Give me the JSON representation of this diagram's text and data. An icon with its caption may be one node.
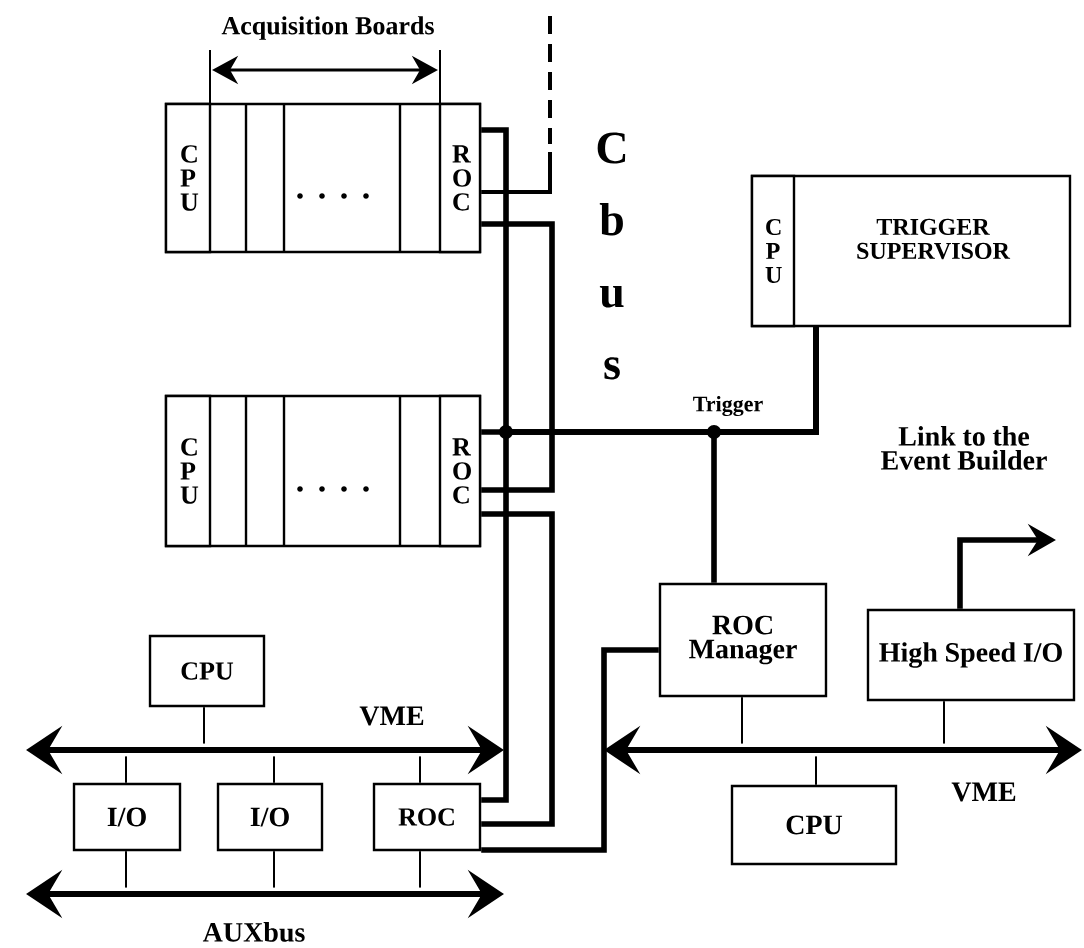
{
  "diagram": {
    "nodes": [
      {
        "text": [],
        "shape": "box"
      },
      {
        "text": [
          "C P U"
        ],
        "in": 0
      },
      {
        "text": [
          "R O C"
        ],
        "in": 0
      },
      {
        "text": [
          "TRIGGER SUPERVISOR"
        ]
      },
      {
        "text": [
          "C P U"
        ],
        "in": 3
      },
      {
        "text": [],
        "shape": "box"
      },
      {
        "text": [
          "C P U"
        ],
        "in": 5
      },
      {
        "text": [
          "R O C"
        ],
        "in": 5
      },
      {
        "text": [
          "ROC Manager"
        ]
      },
      {
        "text": [
          "High Speed I/O"
        ]
      },
      {
        "text": [
          "CPU"
        ]
      },
      {
        "text": [
          "VME"
        ]
      },
      {
        "text": [
          "VME"
        ]
      },
      {
        "text": [
          "I/O"
        ]
      },
      {
        "text": [
          "I/O"
        ]
      },
      {
        "text": [
          "ROC"
        ]
      },
      {
        "text": [
          "CPU"
        ]
      },
      {
        "text": [
          "AUXbus"
        ]
      }
    ],
    "edges": [
      {
        "from": null,
        "to": 2,
        "arrow": "none",
        "style": "dashed"
      },
      {
        "from": 2,
        "to": 7,
        "arrow": "none",
        "style": "thick"
      },
      {
        "from": 7,
        "to": 15,
        "arrow": "none",
        "style": "thick"
      },
      {
        "from": 15,
        "to": 8,
        "arrow": "none",
        "style": "thick"
      },
      {
        "from": 3,
        "to": 2,
        "arrow": "none",
        "style": "thick"
      },
      {
        "from": 3,
        "to": 7,
        "arrow": "none",
        "style": "thick",
        "label": "Trigger"
      },
      {
        "from": 3,
        "to": 15,
        "arrow": "none",
        "style": "thick"
      },
      {
        "from": 3,
        "to": 8,
        "arrow": "none",
        "style": "thick"
      },
      {
        "from": 10,
        "to": 11,
        "arrow": "none"
      },
      {
        "from": 13,
        "to": 11,
        "arrow": "none"
      },
      {
        "from": 14,
        "to": 11,
        "arrow": "none"
      },
      {
        "from": 15,
        "to": 11,
        "arrow": "none"
      },
      {
        "from": 13,
        "to": 17,
        "arrow": "none"
      },
      {
        "from": 14,
        "to": 17,
        "arrow": "none"
      },
      {
        "from": 15,
        "to": 17,
        "arrow": "none"
      },
      {
        "from": 8,
        "to": 12,
        "arrow": "none"
      },
      {
        "from": 9,
        "to": 12,
        "arrow": "none"
      },
      {
        "from": 16,
        "to": 12,
        "arrow": "none"
      },
      {
        "from": 9,
        "to": null,
        "arrow": "to",
        "style": "thick"
      }
    ],
    "labels": [
      "Acquisition Boards",
      "C b u s",
      "Link to the Event Builder"
    ]
  }
}
